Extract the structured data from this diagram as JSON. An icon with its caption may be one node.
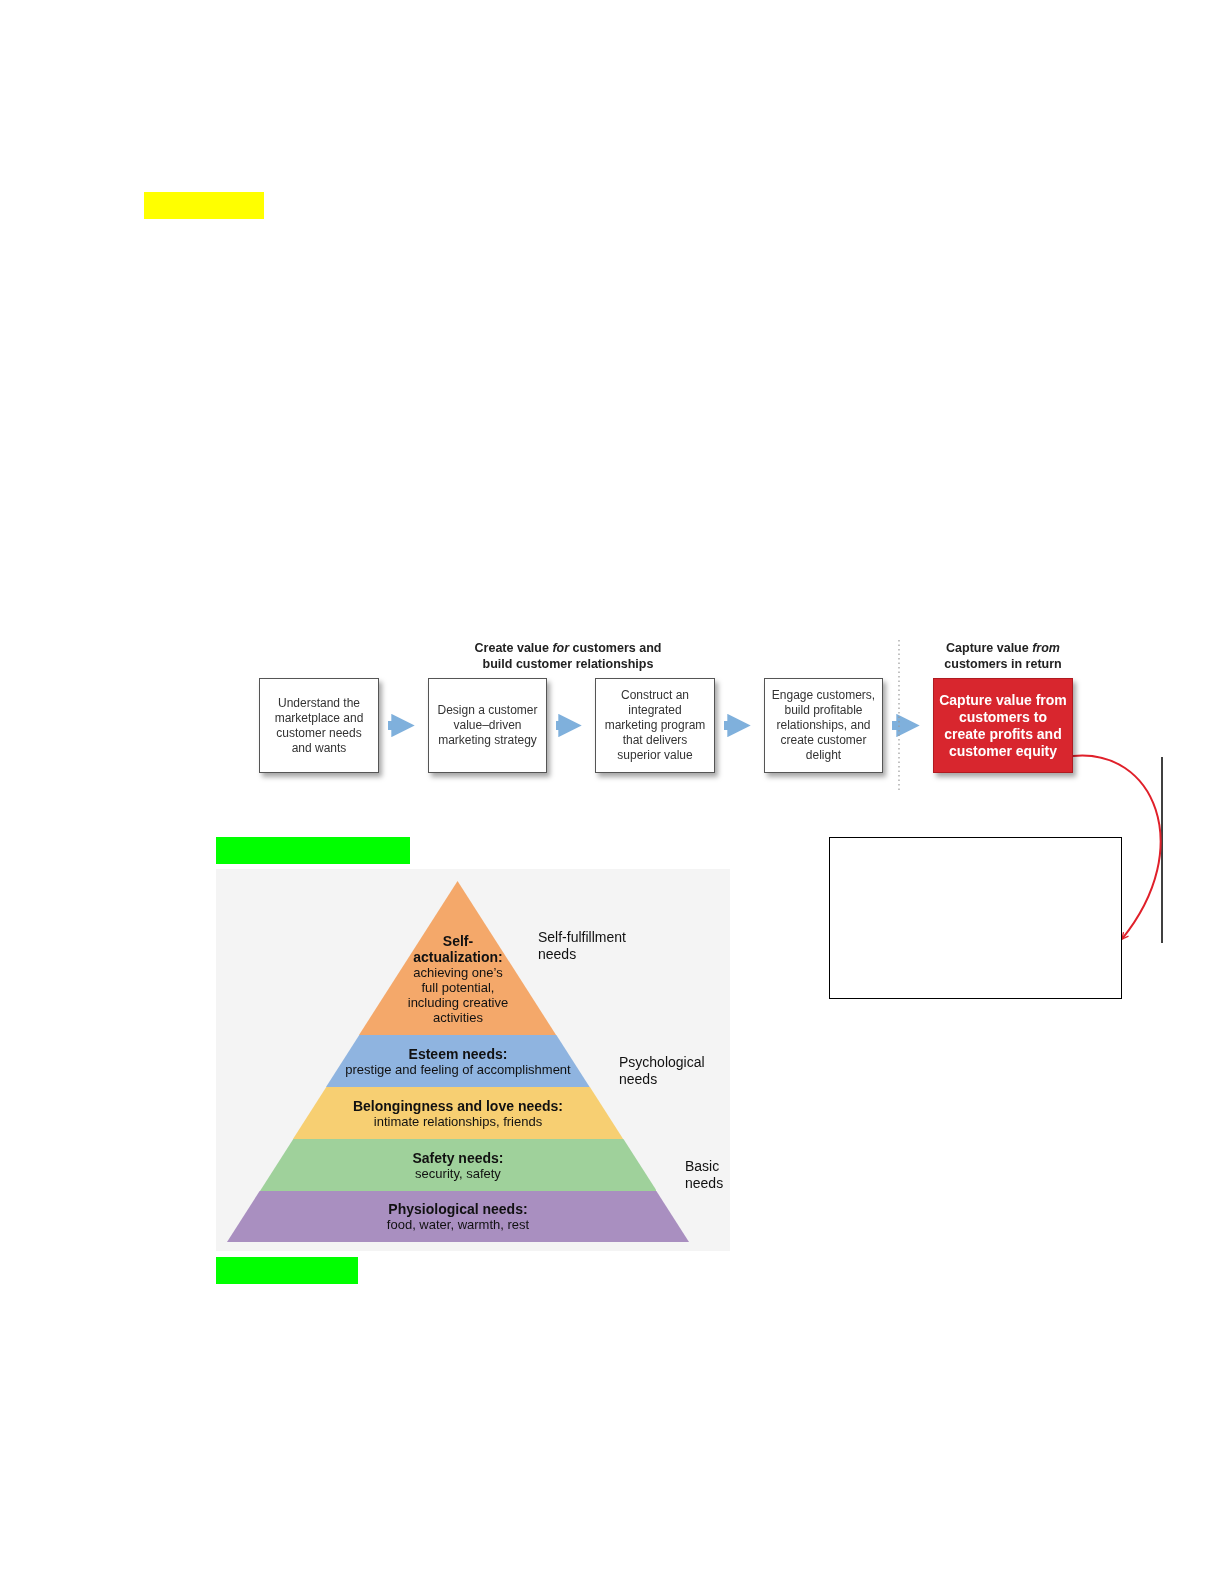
{
  "diagram": {
    "nodes": [
      {
        "text": [
          "Understand the marketplace and customer needs and wants"
        ]
      },
      {
        "text": [
          "Design a customer value–driven marketing strategy"
        ]
      },
      {
        "text": [
          "Construct an integrated marketing program that delivers superior value"
        ]
      },
      {
        "text": [
          "Engage customers, build profitable relationships, and create customer delight"
        ]
      },
      {
        "text": [
          "Capture value from customers to create profits and customer equity"
        ],
        "beside": [
          "Capture value *from* customers in return"
        ]
      },
      {
        "text": [],
        "shape": "box"
      },
      {
        "text": [
          "Self-actualization:",
          "achieving one’s full potential, including creative activities"
        ]
      },
      {
        "text": [
          "Esteem needs:",
          "prestige and feeling of accomplishment"
        ]
      },
      {
        "text": [
          "Belongingness and love needs:",
          "intimate relationships, friends"
        ]
      },
      {
        "text": [
          "Safety needs:",
          "security, safety"
        ]
      },
      {
        "text": [
          "Physiological needs:",
          "food, water, warmth, rest"
        ]
      }
    ],
    "edges": [
      {
        "from": 0,
        "to": 1,
        "arrow": "to"
      },
      {
        "from": 1,
        "to": 2,
        "arrow": "to"
      },
      {
        "from": 2,
        "to": 3,
        "arrow": "to"
      },
      {
        "from": 3,
        "to": 4,
        "arrow": "to"
      },
      {
        "from": 4,
        "to": 5,
        "arrow": "to",
        "color": "#e0202a"
      }
    ],
    "labels": [
      "Create value *for* customers and build customer relationships",
      "Self-fulfillment needs",
      "Psychological needs",
      "Basic needs"
    ]
  }
}
